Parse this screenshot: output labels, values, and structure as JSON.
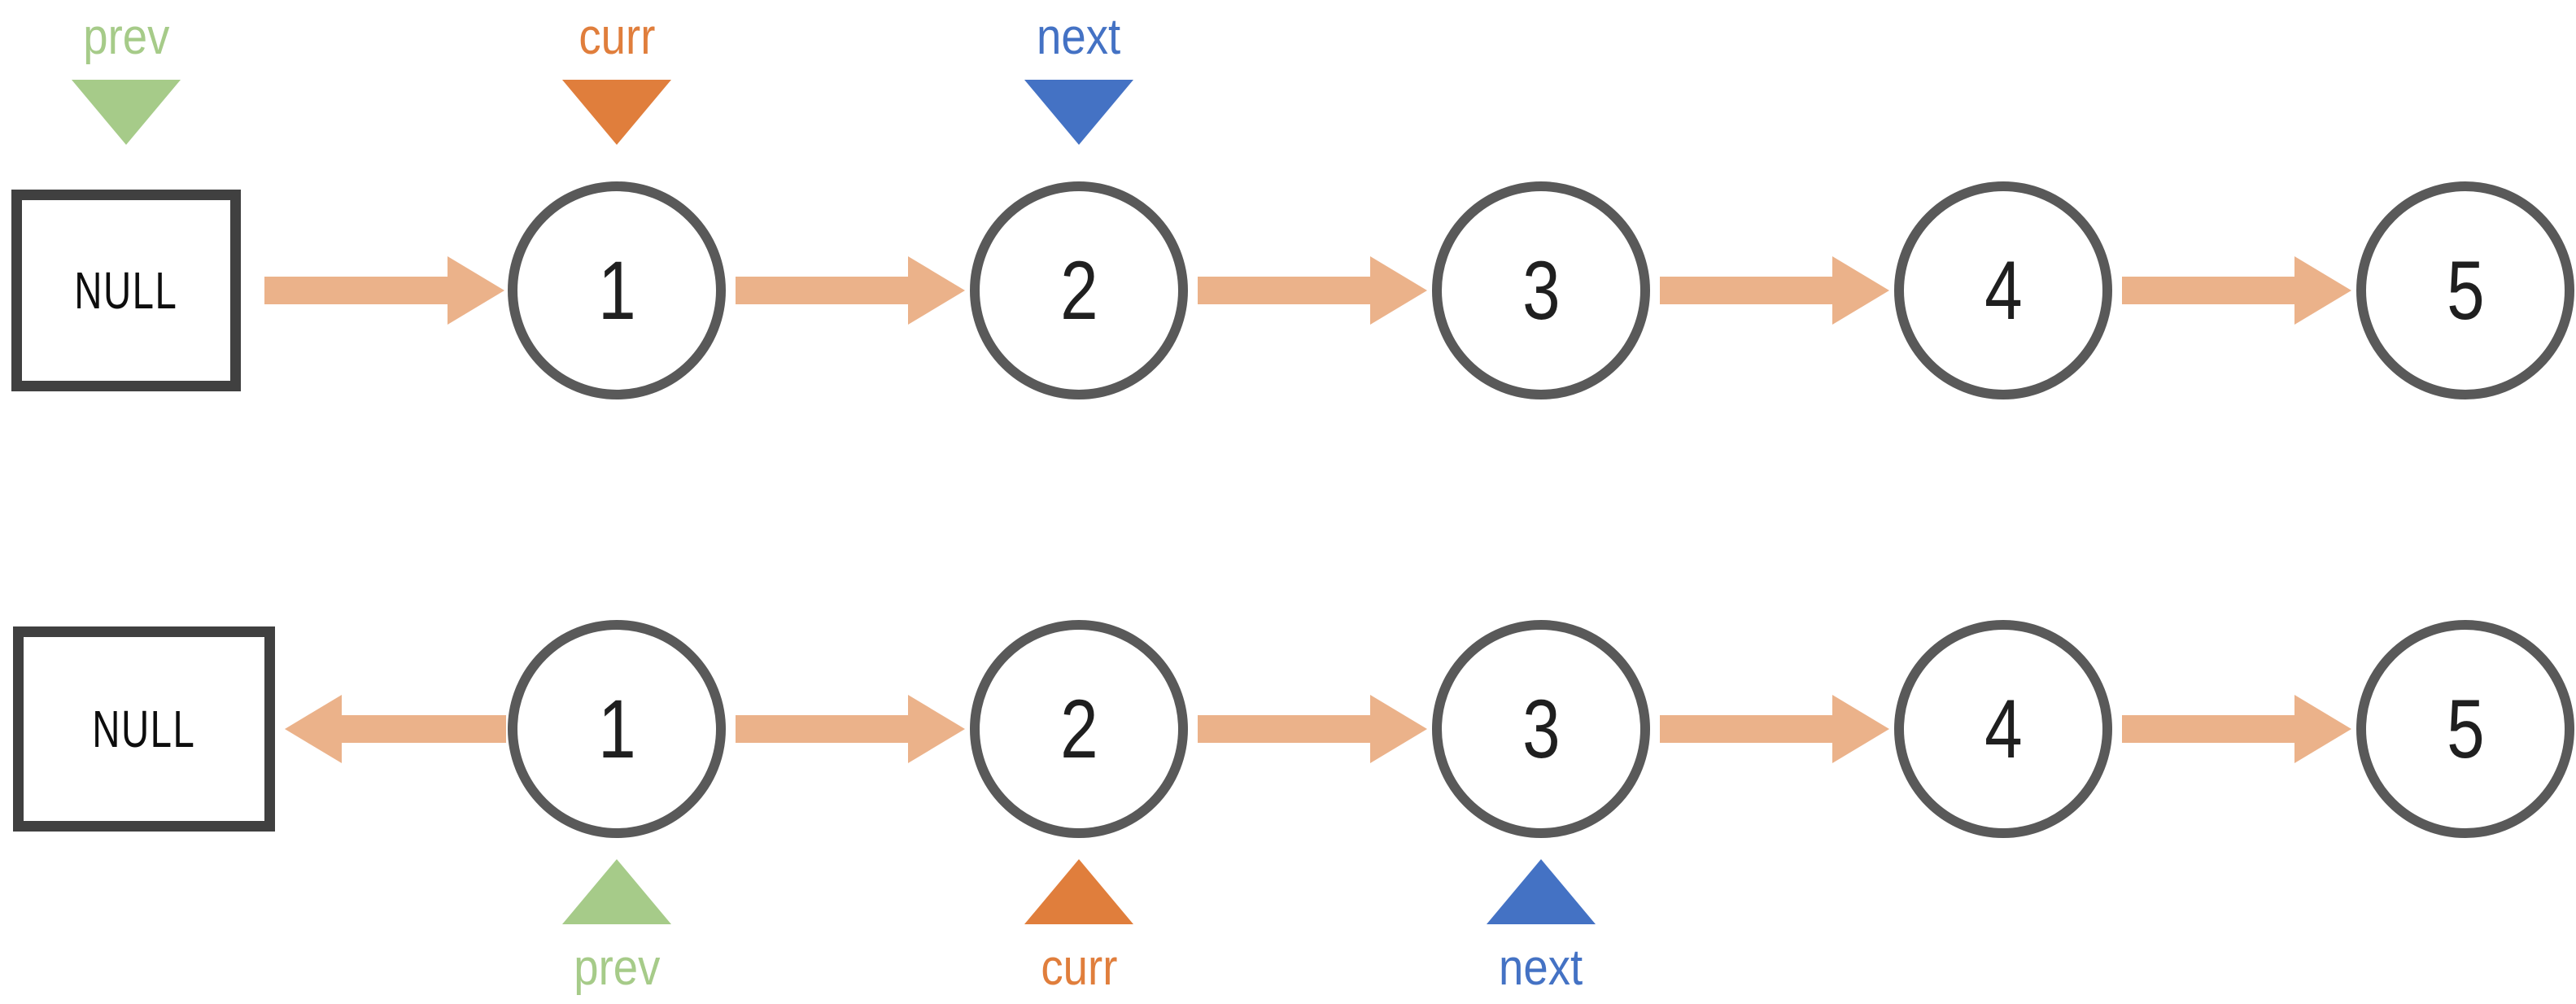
{
  "diagram": {
    "description": "linked-list reversal, two successive iteration states",
    "colors": {
      "background": "#ffffff",
      "arrow": "#EBB28A",
      "node_border": "#595959",
      "null_box_border": "#404040",
      "node_text": "#1f1f1f",
      "prev": "#A6CB89",
      "curr": "#E07E3C",
      "next": "#4472C4"
    },
    "rows": [
      {
        "null_label": "NULL",
        "nodes": [
          "1",
          "2",
          "3",
          "4",
          "5"
        ],
        "pointer_side": "above",
        "pointers": [
          {
            "label": "prev",
            "target": "NULL",
            "color": "#A6CB89"
          },
          {
            "label": "curr",
            "target": "1",
            "color": "#E07E3C"
          },
          {
            "label": "next",
            "target": "2",
            "color": "#4472C4"
          }
        ],
        "arrows": [
          {
            "from": "NULL",
            "to": "1",
            "direction": "right"
          },
          {
            "from": "1",
            "to": "2",
            "direction": "right"
          },
          {
            "from": "2",
            "to": "3",
            "direction": "right"
          },
          {
            "from": "3",
            "to": "4",
            "direction": "right"
          },
          {
            "from": "4",
            "to": "5",
            "direction": "right"
          }
        ]
      },
      {
        "null_label": "NULL",
        "nodes": [
          "1",
          "2",
          "3",
          "4",
          "5"
        ],
        "pointer_side": "below",
        "pointers": [
          {
            "label": "prev",
            "target": "1",
            "color": "#A6CB89"
          },
          {
            "label": "curr",
            "target": "2",
            "color": "#E07E3C"
          },
          {
            "label": "next",
            "target": "3",
            "color": "#4472C4"
          }
        ],
        "arrows": [
          {
            "from": "1",
            "to": "NULL",
            "direction": "left"
          },
          {
            "from": "1",
            "to": "2",
            "direction": "right"
          },
          {
            "from": "2",
            "to": "3",
            "direction": "right"
          },
          {
            "from": "3",
            "to": "4",
            "direction": "right"
          },
          {
            "from": "4",
            "to": "5",
            "direction": "right"
          }
        ]
      }
    ]
  }
}
